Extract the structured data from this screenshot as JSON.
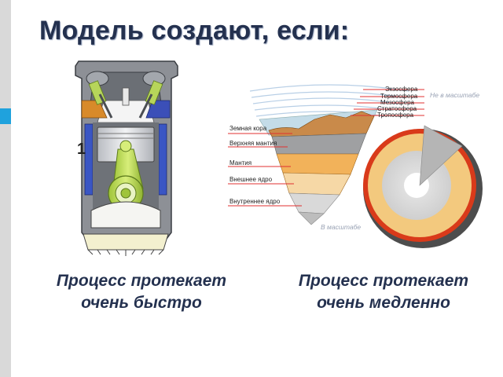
{
  "title": "Модель создают, если:",
  "engine": {
    "number_label": "1"
  },
  "earth": {
    "atmosphere_layers": [
      "Экзосфера",
      "Термосфера",
      "Мезосфера",
      "Стратосфера",
      "Тропосфера"
    ],
    "earth_layers": [
      "Земная кора",
      "Верхняя мантия",
      "Мантия",
      "Внешнее ядро",
      "Внутреннее ядро"
    ],
    "not_to_scale": "Не в масштабе",
    "to_scale": "В масштабе"
  },
  "captions": {
    "left": {
      "line1": "Процесс протекает",
      "line2": "очень быстро"
    },
    "right": {
      "line1": "Процесс протекает",
      "line2": "очень медленно"
    }
  },
  "colors": {
    "title": "#24314f",
    "accent": "#1fa2dd",
    "leader_lines": "#e03030"
  }
}
